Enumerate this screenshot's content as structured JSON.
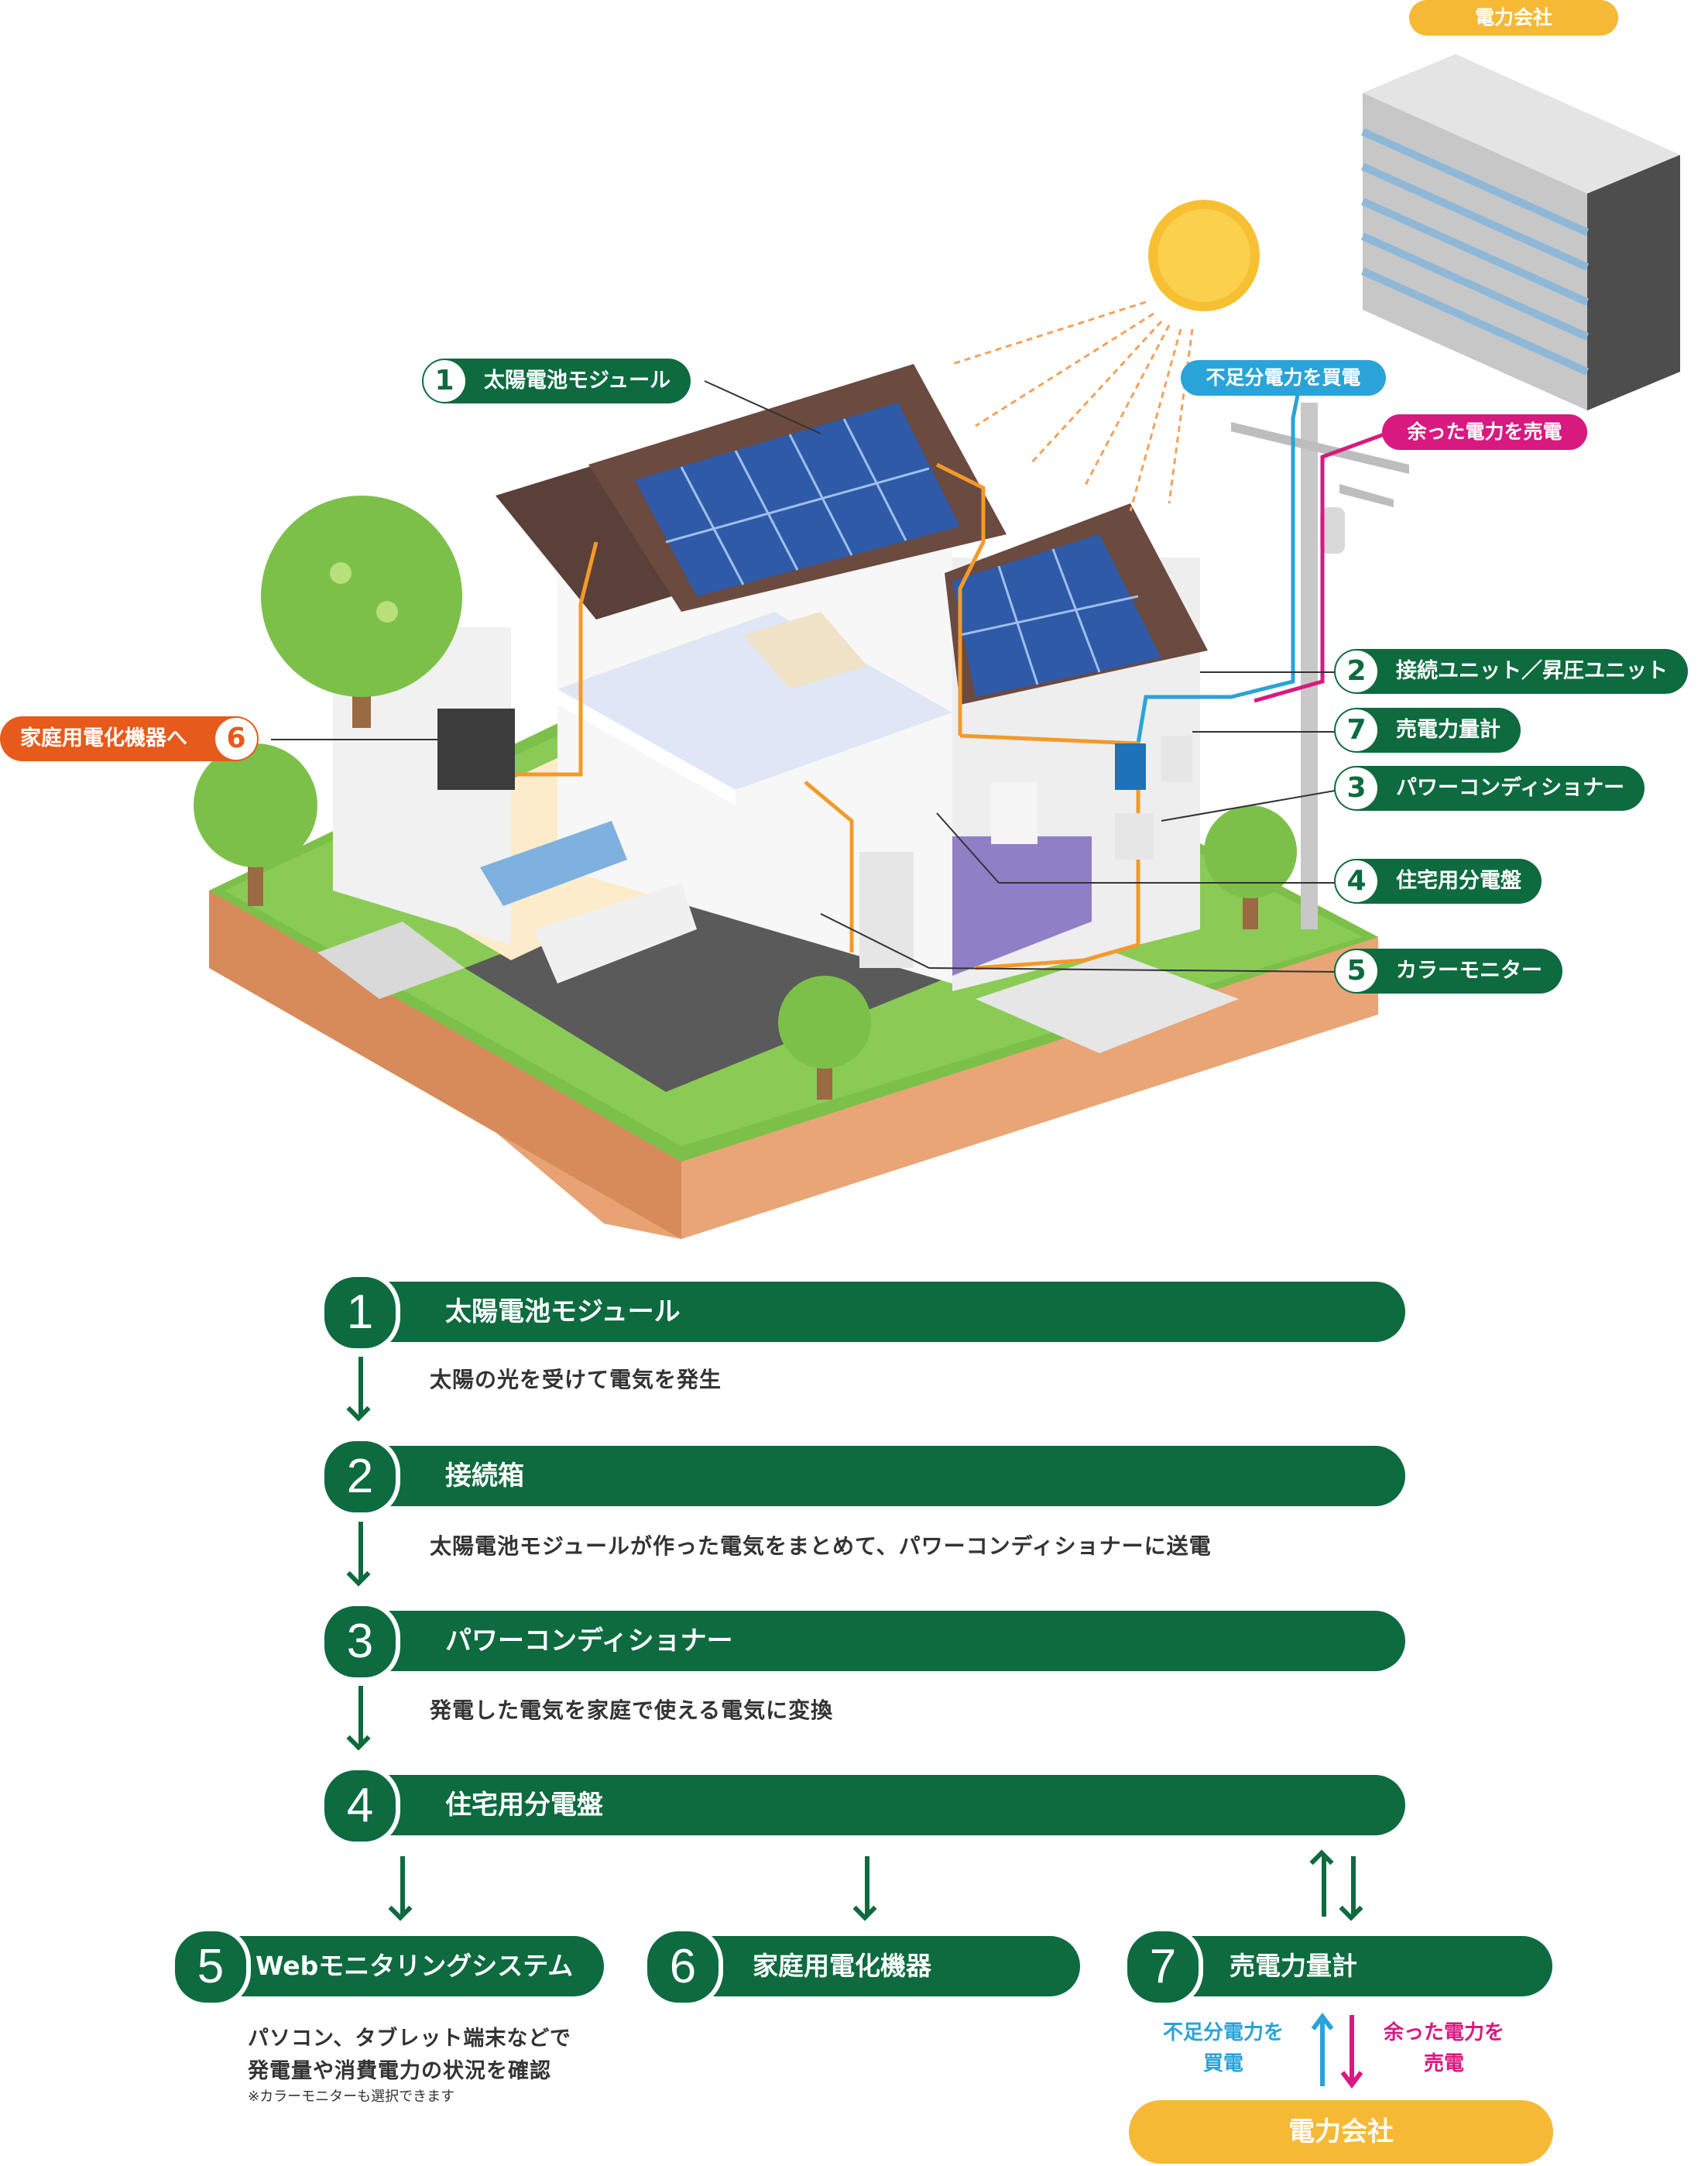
{
  "colors": {
    "green": "#0d6b3f",
    "orange": "#e65a1b",
    "blue": "#2aa3d8",
    "pink": "#d8197f",
    "yellow": "#f6b935"
  },
  "illustration": {
    "company_label": "電力会社",
    "buy_tag": "不足分電力を買電",
    "sell_tag": "余った電力を売電",
    "callouts": [
      {
        "num": "1",
        "label": "太陽電池モジュール"
      },
      {
        "num": "2",
        "label": "接続ユニット／昇圧ユニット"
      },
      {
        "num": "7",
        "label": "売電力量計"
      },
      {
        "num": "3",
        "label": "パワーコンディショナー"
      },
      {
        "num": "4",
        "label": "住宅用分電盤"
      },
      {
        "num": "5",
        "label": "カラーモニター"
      }
    ],
    "appliance_callout": {
      "num": "6",
      "label": "家庭用電化機器へ"
    }
  },
  "flow": {
    "steps": [
      {
        "num": "1",
        "title": "太陽電池モジュール",
        "desc": "太陽の光を受けて電気を発生"
      },
      {
        "num": "2",
        "title": "接続箱",
        "desc": "太陽電池モジュールが作った電気をまとめて、パワーコンディショナーに送電"
      },
      {
        "num": "3",
        "title": "パワーコンディショナー",
        "desc": "発電した電気を家庭で使える電気に変換"
      },
      {
        "num": "4",
        "title": "住宅用分電盤",
        "desc": ""
      }
    ],
    "outputs": [
      {
        "num": "5",
        "title": "Webモニタリングシステム",
        "desc_line1": "パソコン、タブレット端末などで",
        "desc_line2": "発電量や消費電力の状況を確認",
        "note": "※カラーモニターも選択できます"
      },
      {
        "num": "6",
        "title": "家庭用電化機器"
      },
      {
        "num": "7",
        "title": "売電力量計",
        "buy_line1": "不足分電力を",
        "buy_line2": "買電",
        "sell_line1": "余った電力を",
        "sell_line2": "売電",
        "company": "電力会社"
      }
    ]
  }
}
